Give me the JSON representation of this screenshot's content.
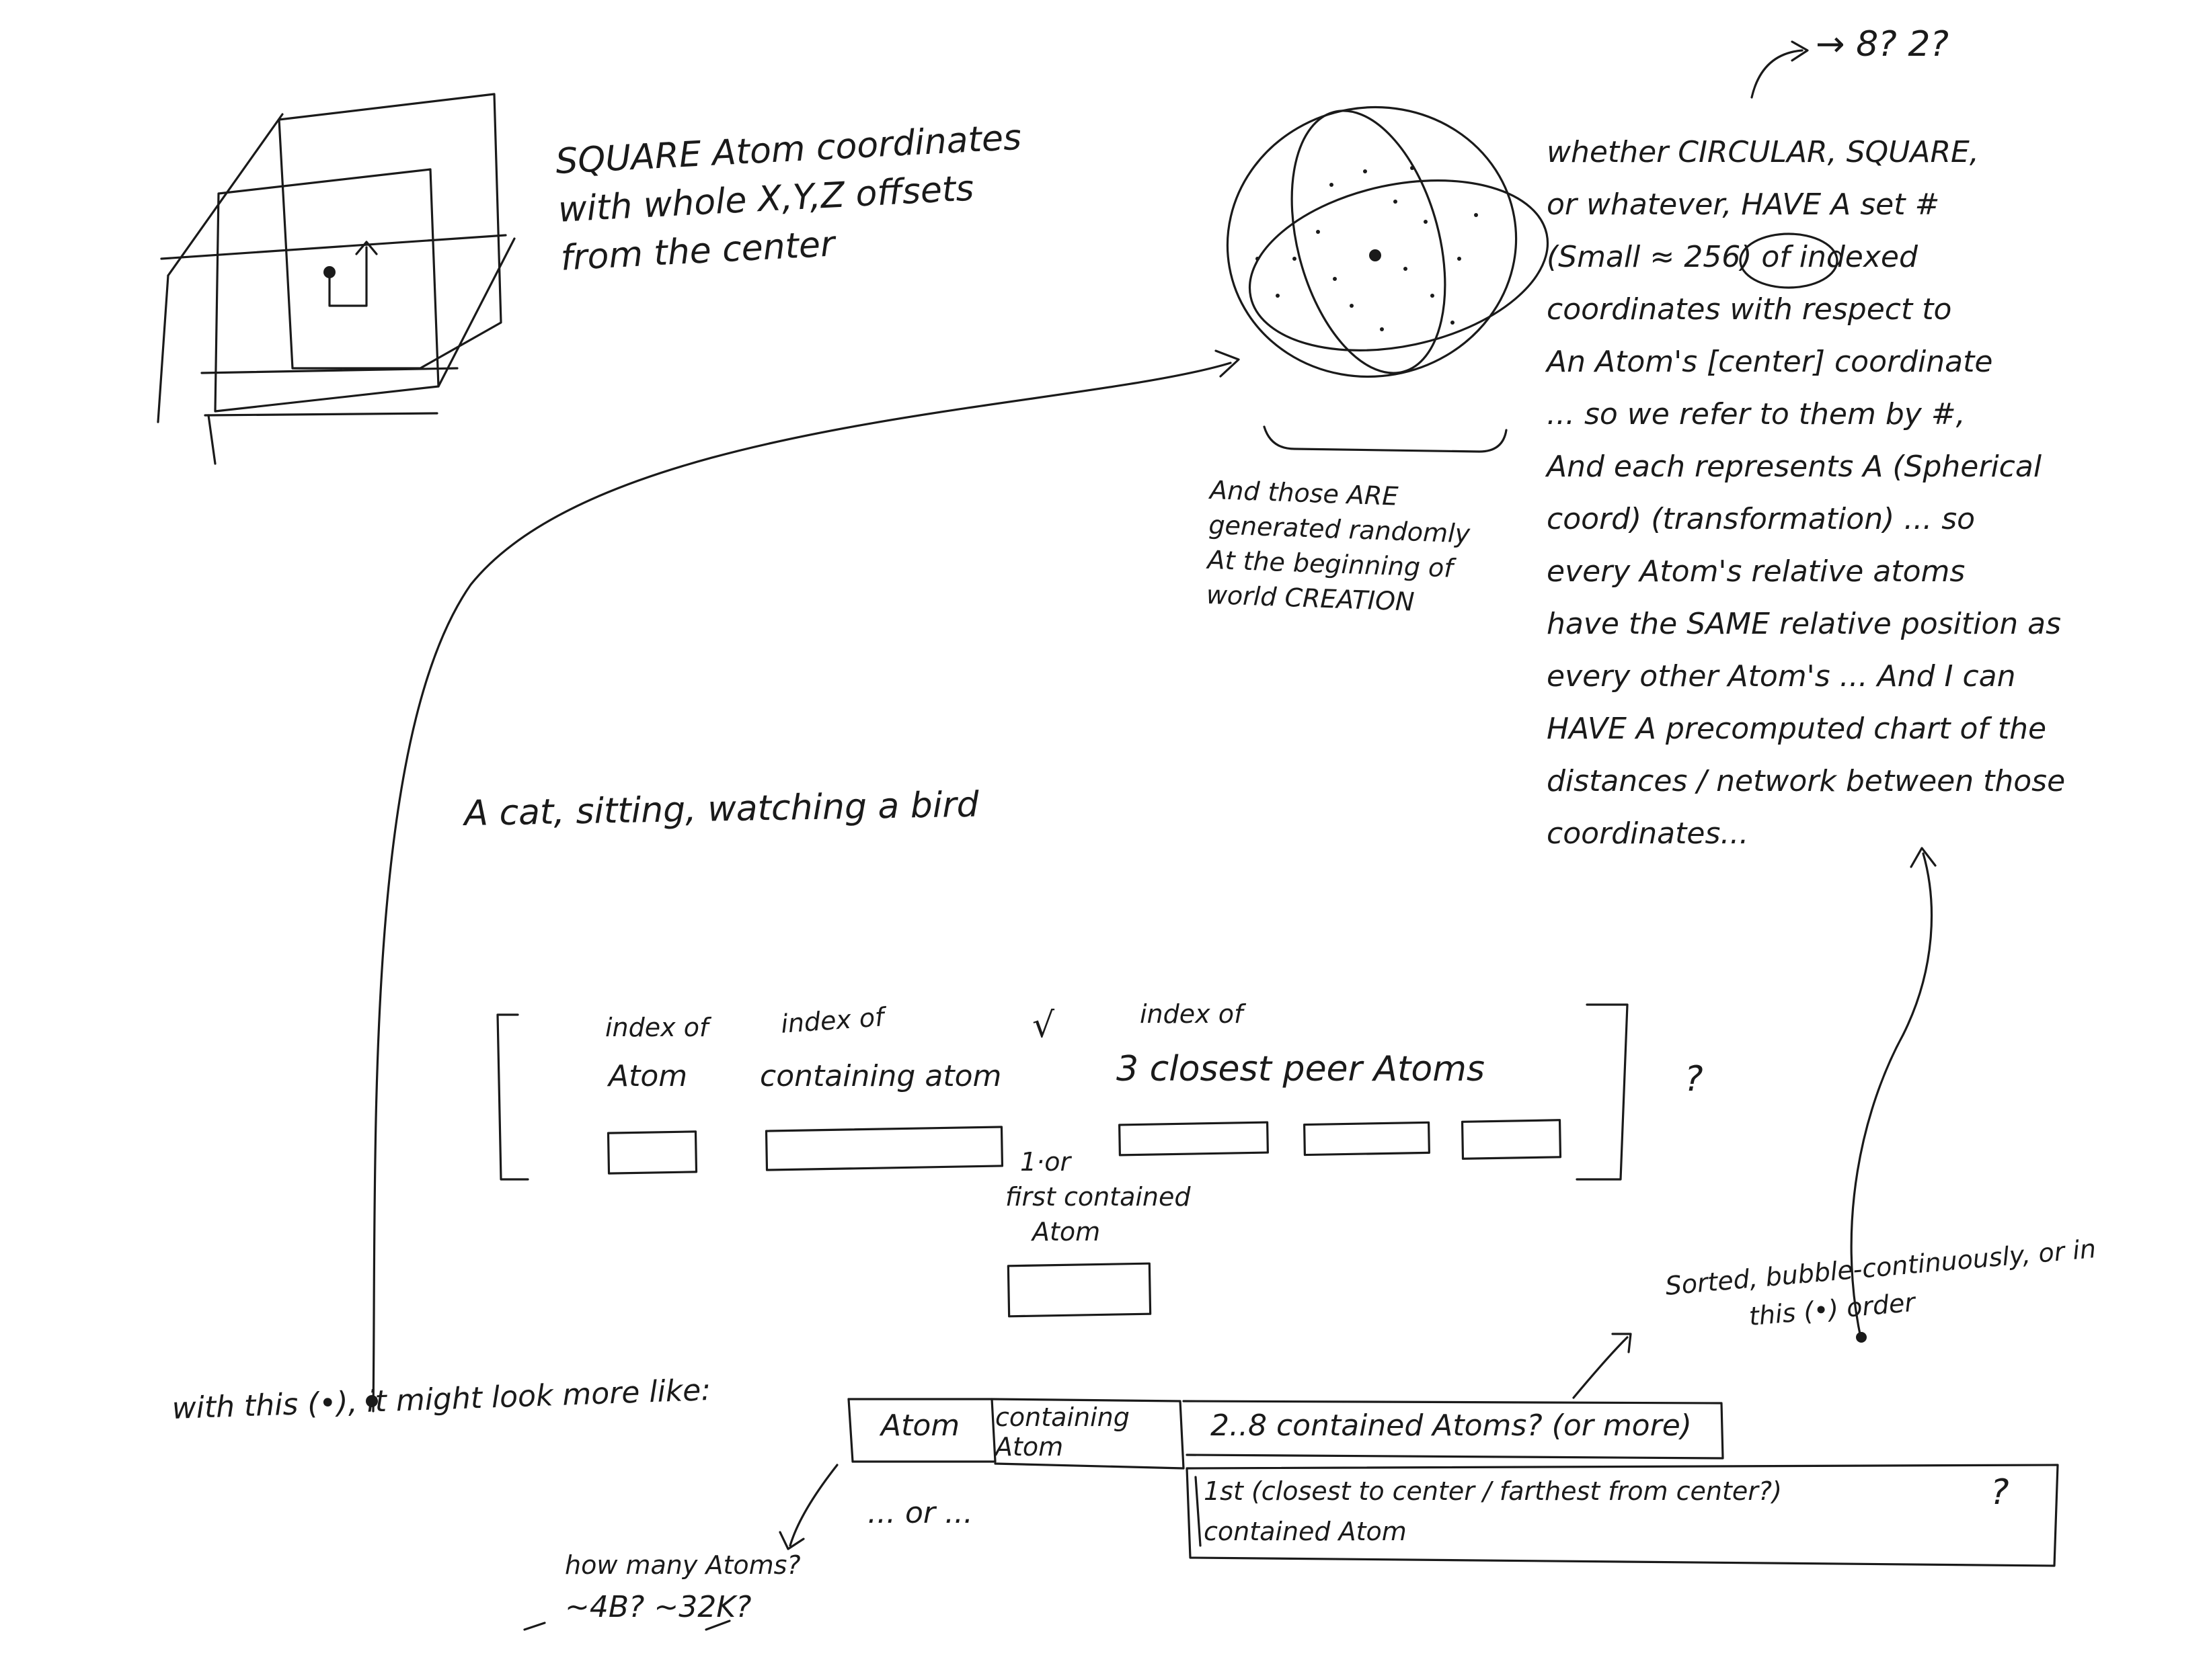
{
  "cube_note": [
    "SQUARE Atom coordinates",
    "with whole X,Y,Z offsets",
    "from the center"
  ],
  "top_arrow_note": "→ 8?  2?",
  "sphere_note": [
    "And those ARE",
    "generated randomly",
    "At the beginning of",
    "world CREATION"
  ],
  "right_note": [
    "whether CIRCULAR, SQUARE,",
    "or whatever, HAVE A set #",
    "(Small ≈ 256) of indexed",
    "coordinates with respect to",
    "An Atom's [center] coordinate",
    "... so we refer to them by #,",
    "And each represents A (Spherical",
    "coord) (transformation) ... so",
    "every Atom's relative atoms",
    "have the SAME relative position as",
    "every other Atom's ... And I can",
    "HAVE A precomputed chart of the",
    "distances / network between those",
    "coordinates..."
  ],
  "cat_caption": "A cat, sitting, watching a bird",
  "record": {
    "index_of": "index of",
    "atom": "Atom",
    "containing_atom": "containing atom",
    "checkmark": "√",
    "closest_peers": "3 closest peer Atoms",
    "question": "?",
    "first_contained": [
      "1·or",
      "first contained",
      "Atom"
    ]
  },
  "with_this": "with this (•), it might look more like:",
  "sorted_note": [
    "Sorted, bubble-continuously, or in",
    "this (•) order"
  ],
  "layout2": {
    "atom": "Atom",
    "containing_atom": [
      "containing",
      "Atom"
    ],
    "contained_atoms": "2..8 contained Atoms? (or more)",
    "first_contained": [
      "1st (closest to center / farthest from center?)",
      "contained Atom"
    ],
    "question": "?",
    "or": "... or ..."
  },
  "how_many": [
    "how many Atoms?",
    "~4B? ~32K?"
  ]
}
